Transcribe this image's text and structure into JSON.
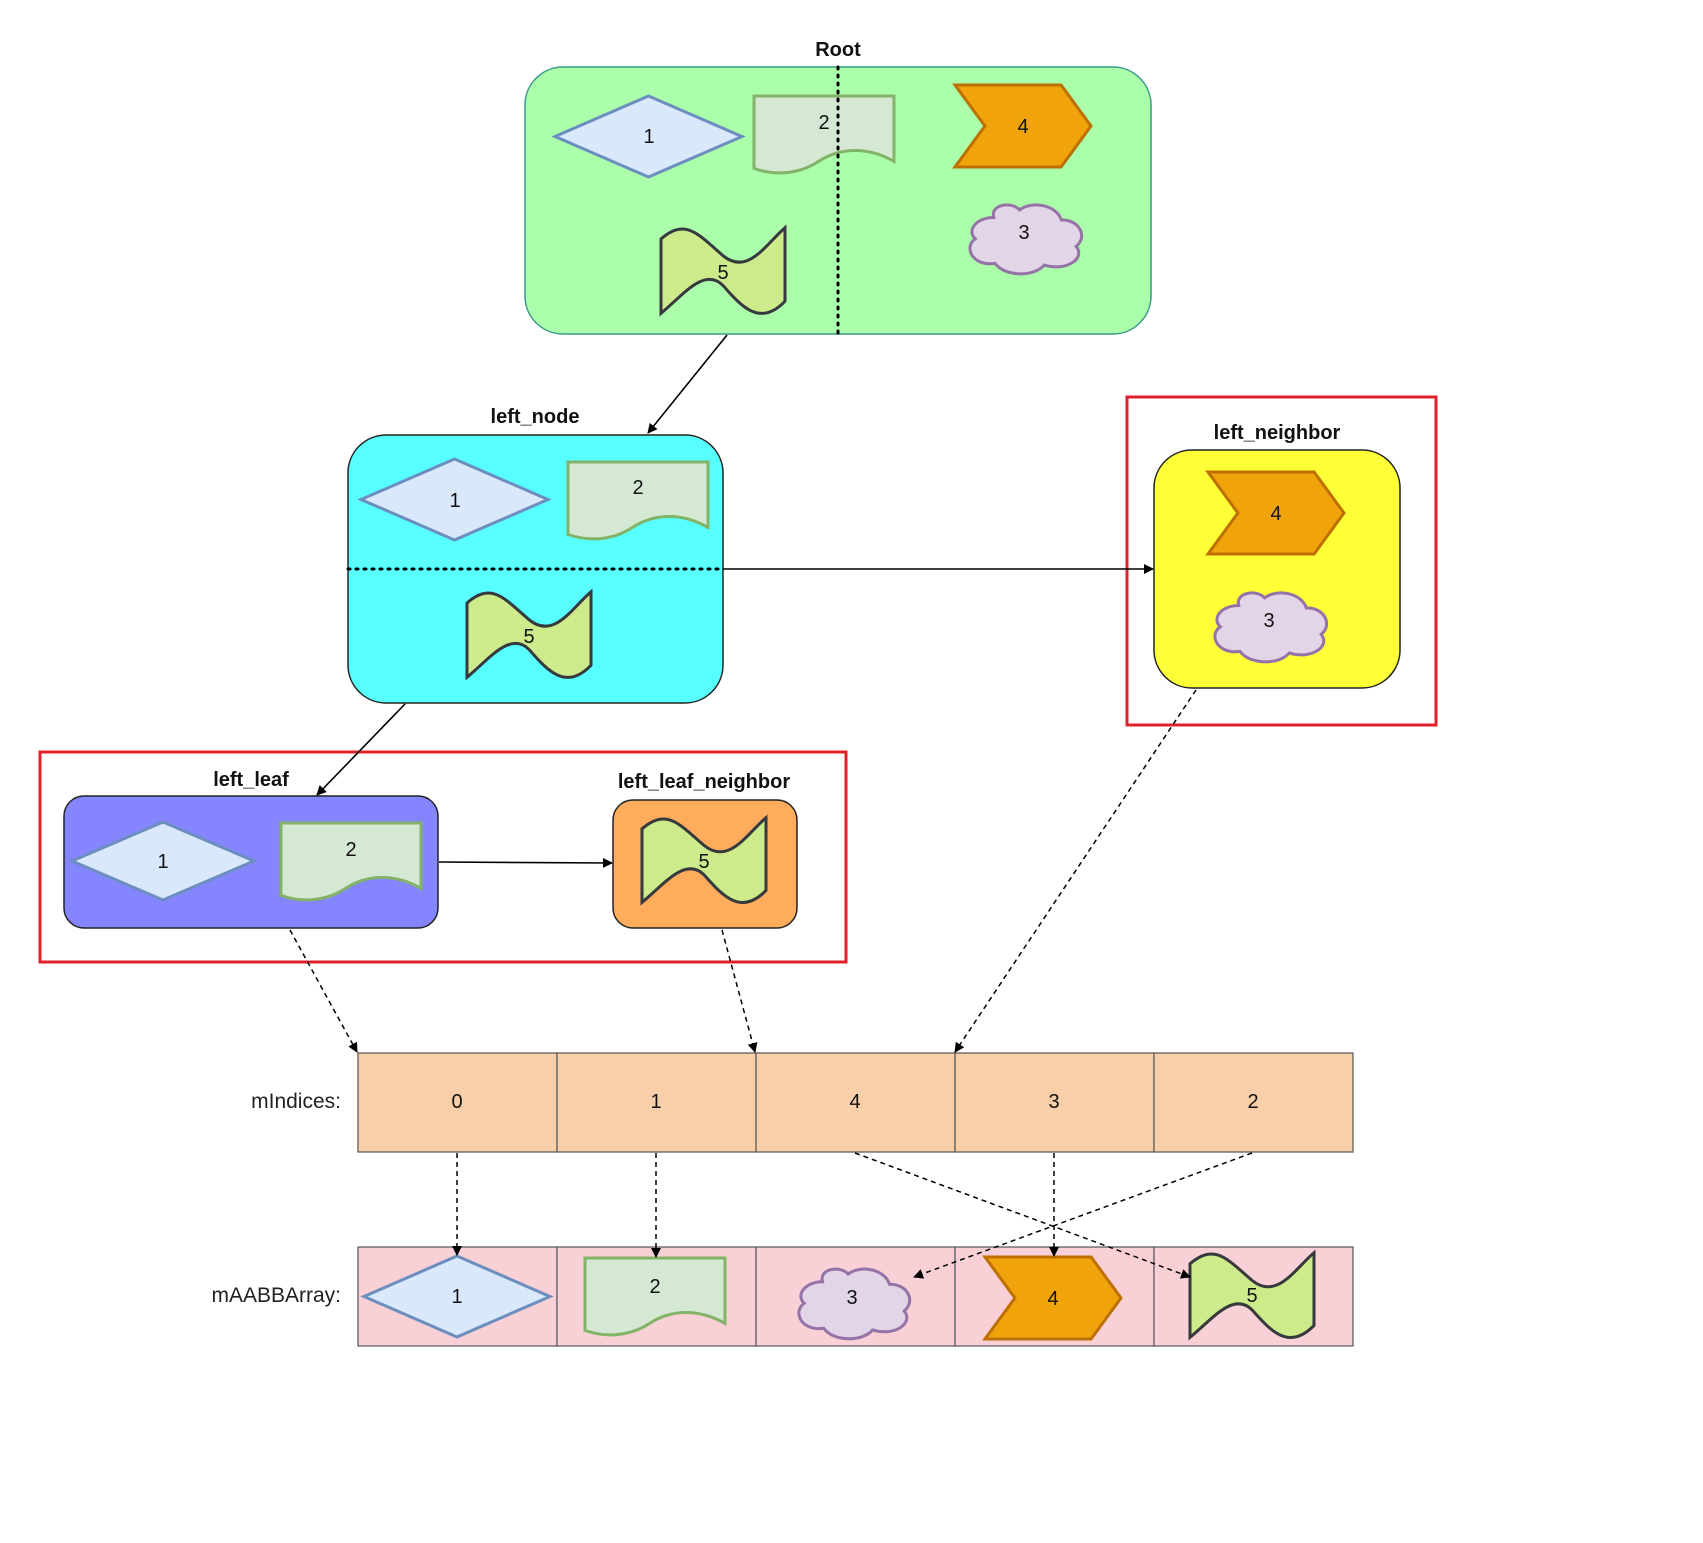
{
  "nodes": {
    "root": {
      "title": "Root",
      "color": "#abffab",
      "items": [
        "1",
        "2",
        "4",
        "3",
        "5"
      ]
    },
    "left_node": {
      "title": "left_node",
      "color": "#57ffff",
      "items": [
        "1",
        "2",
        "5"
      ]
    },
    "left_neighbor": {
      "title": "left_neighbor",
      "color": "#ffff38",
      "items": [
        "4",
        "3"
      ]
    },
    "left_leaf": {
      "title": "left_leaf",
      "color": "#8585ff",
      "items": [
        "1",
        "2"
      ]
    },
    "left_leaf_neighbor": {
      "title": "left_leaf_neighbor",
      "color": "#ffad5c",
      "items": [
        "5"
      ]
    }
  },
  "arrays": {
    "indices": {
      "label": "mIndices:",
      "color": "#f8cfa8",
      "values": [
        "0",
        "1",
        "4",
        "3",
        "2"
      ]
    },
    "aabb": {
      "label": "mAABBArray:",
      "color": "#f8d0d5",
      "values": [
        "1",
        "2",
        "3",
        "4",
        "5"
      ]
    }
  },
  "icons": {
    "1": "diamond-icon",
    "2": "document-icon",
    "3": "cloud-icon",
    "4": "chevron-arrow-icon",
    "5": "tape-icon"
  },
  "colors": {
    "highlight": "#e0202a",
    "shape1_fill": "#dae8fc",
    "shape2_fill": "#d5e8d4",
    "shape3_fill": "#e1d5e7",
    "shape4_fill": "#f0a30a",
    "shape5_fill": "#cdeb8b"
  }
}
